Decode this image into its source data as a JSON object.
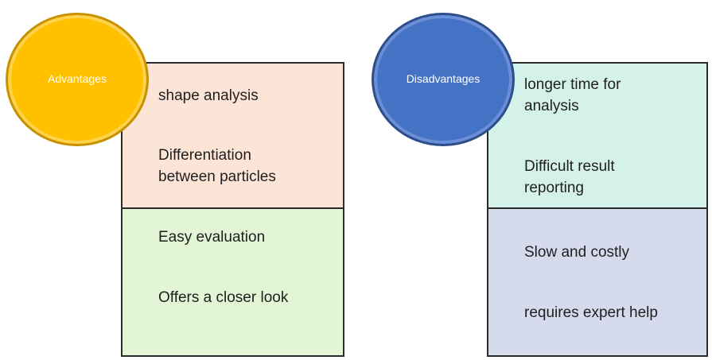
{
  "advantages": {
    "title": "Advantages",
    "colors": {
      "circle_fill": "#FFC000",
      "circle_ring": "#C79200",
      "box1_fill": "#FCE4D6",
      "box2_fill": "#E2F5D4"
    },
    "group1": [
      "shape analysis",
      "Differentiation\nbetween particles"
    ],
    "group2": [
      "Easy evaluation",
      "Offers a closer look"
    ]
  },
  "disadvantages": {
    "title": "Disadvantages",
    "colors": {
      "circle_fill": "#4472C4",
      "circle_ring": "#2E4E8A",
      "box1_fill": "#D5F2EA",
      "box2_fill": "#D6DAED"
    },
    "group1": [
      "longer time for\nanalysis",
      "Difficult result\nreporting"
    ],
    "group2": [
      "Slow and costly",
      "requires expert help"
    ]
  }
}
